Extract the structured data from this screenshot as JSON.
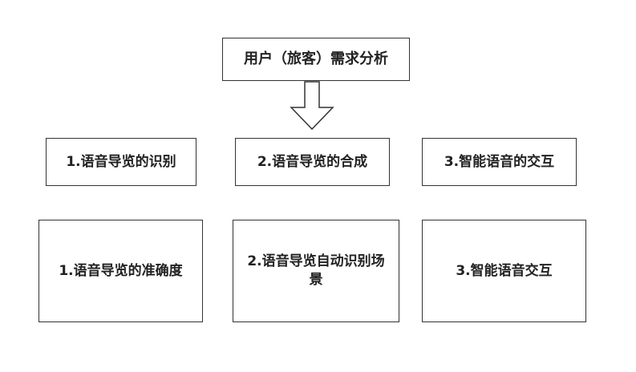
{
  "root": {
    "label": "用户（旅客）需求分析"
  },
  "categories": [
    {
      "label": "1.语音导览的识别"
    },
    {
      "label": "2.语音导览的合成"
    },
    {
      "label": "3.智能语音的交互"
    }
  ],
  "details": [
    {
      "label": "1.语音导览的准确度"
    },
    {
      "label": "2.语音导览自动识别场景"
    },
    {
      "label": "3.智能语音交互"
    }
  ],
  "colors": {
    "stroke": "#333333",
    "text": "#222222",
    "background": "#ffffff"
  }
}
